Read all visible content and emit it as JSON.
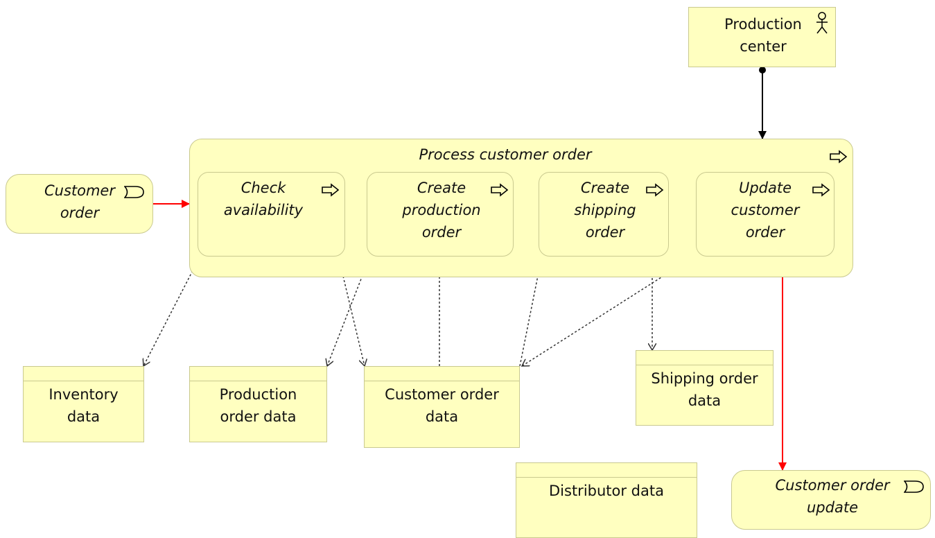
{
  "diagram": {
    "actor": {
      "label": "Production\ncenter",
      "icon": "actor-icon"
    },
    "main_process": {
      "label": "Process customer order",
      "icon": "process-arrow-icon"
    },
    "processes": [
      {
        "label": "Check\navailability",
        "icon": "process-arrow-icon"
      },
      {
        "label": "Create\nproduction\norder",
        "icon": "process-arrow-icon"
      },
      {
        "label": "Create\nshipping\norder",
        "icon": "process-arrow-icon"
      },
      {
        "label": "Update\ncustomer\norder",
        "icon": "process-arrow-icon"
      }
    ],
    "events": {
      "input": {
        "label": "Customer\norder",
        "icon": "event-icon"
      },
      "output": {
        "label": "Customer order\nupdate",
        "icon": "event-icon"
      }
    },
    "data_objects": [
      {
        "label": "Inventory\ndata"
      },
      {
        "label": "Production\norder data"
      },
      {
        "label": "Customer order\ndata"
      },
      {
        "label": "Shipping order\ndata"
      },
      {
        "label": "Distributor data"
      }
    ],
    "colors": {
      "element_fill": "#ffffc0",
      "element_border": "#c9c98f",
      "triggering_flow": "#ff0000",
      "access_flow": "#333333",
      "assignment": "#000000"
    }
  }
}
